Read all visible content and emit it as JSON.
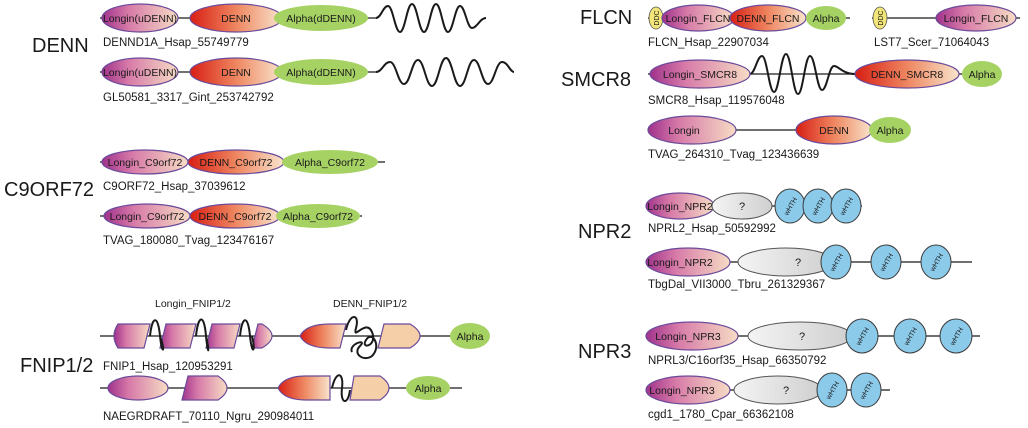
{
  "sections": {
    "denn": "DENN",
    "c9orf72": "C9ORF72",
    "fnip": "FNIP1/2",
    "flcn": "FLCN",
    "smcr8": "SMCR8",
    "npr2": "NPR2",
    "npr3": "NPR3"
  },
  "proteins": {
    "dennd1a": "DENND1A_Hsap_55749779",
    "gl50581": "GL50581_3317_Gint_253742792",
    "c9orf72_hsap": "C9ORF72_Hsap_37039612",
    "tvag_180080": "TVAG_180080_Tvag_123476167",
    "fnip1": "FNIP1_Hsap_120953291",
    "naegr": "NAEGRDRAFT_70110_Ngru_290984011",
    "flcn_hsap": "FLCN_Hsap_22907034",
    "lst7": "LST7_Scer_71064043",
    "smcr8_hsap": "SMCR8_Hsap_119576048",
    "tvag_264310": "TVAG_264310_Tvag_123436639",
    "nprl2": "NPRL2_Hsap_50592992",
    "tbgdal": "TbgDal_VII3000_Tbru_261329367",
    "nprl3": "NPRL3/C16orf35_Hsap_66350792",
    "cgd1": "cgd1_1780_Cpar_66362108"
  },
  "domains": {
    "longin_udenn": "Longin(uDENN)",
    "denn": "DENN",
    "alpha_ddenn": "Alpha(dDENN)",
    "longin_c9": "Longin_C9orf72",
    "denn_c9": "DENN_C9orf72",
    "alpha_c9": "Alpha_C9orf72",
    "alpha": "Alpha",
    "longin_flcn": "Longin_FLCN",
    "denn_flcn": "DENN_FLCN",
    "longin_smcr8": "Longin_SMCR8",
    "denn_smcr8": "DENN_SMCR8",
    "longin": "Longin",
    "longin_npr2": "Longin_NPR2",
    "longin_npr3": "Longin_NPR3",
    "unknown": "?",
    "whth": "wHTH",
    "ddc": "DDC"
  },
  "annotations": {
    "longin_fnip": "Longin_FNIP1/2",
    "denn_fnip": "DENN_FNIP1/2"
  },
  "colors": {
    "longin": [
      "#a0328c",
      "#f6dcc4"
    ],
    "denn": [
      "#d81e14",
      "#f8e4cc"
    ],
    "alpha": "#a6d264",
    "unknown": [
      "#f2f2f2",
      "#cfcfcf"
    ],
    "whth": "#8ccaea",
    "ddc": "#f3e678"
  }
}
